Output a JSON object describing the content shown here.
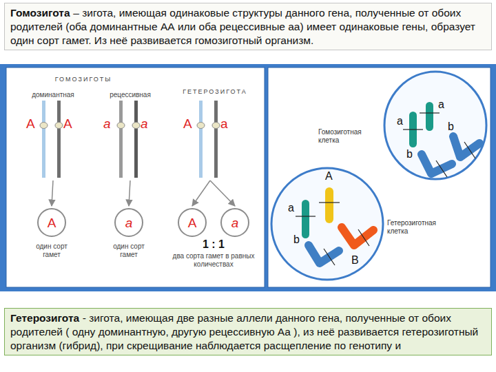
{
  "diagram": {
    "nodes": [
      {
        "text": [
          "Гомозигота",
          "– зигота, имеющая одинаковые структуры данного гена, полученные от обоих родителей (оба доминантные АА или оба рецессивные аа) имеет одинаковые гены, образует один сорт гамет. Из неё развивается гомозиготный организм."
        ]
      },
      {
        "text": [
          "A",
          "A"
        ]
      },
      {
        "text": [
          "a",
          "a"
        ]
      },
      {
        "text": [
          "A",
          "a"
        ]
      },
      {
        "text": [
          "A"
        ]
      },
      {
        "text": [
          "a"
        ]
      },
      {
        "text": [
          "A"
        ]
      },
      {
        "text": [
          "a"
        ]
      },
      {
        "text": [
          "Гомозиготная клетка",
          "a",
          "a",
          "b",
          "b"
        ]
      },
      {
        "text": [
          "A",
          "a",
          "b",
          "B",
          "Гетерозиготная клетка"
        ]
      },
      {
        "text": [
          "Гетерозигота",
          "- зигота, имеющая две разные аллели данного гена, полученные от обоих родителей ( одну доминантную, другую рецессивную Аа ), из неё развивается гетерозиготный организм (гибрид), при скрещивание наблюдается расщепление по генотипу и"
        ]
      }
    ],
    "edges": [
      {
        "from": 1,
        "to": 4,
        "arrow": "to"
      },
      {
        "from": 2,
        "to": 5,
        "arrow": "to"
      },
      {
        "from": 3,
        "to": 6,
        "arrow": "to"
      },
      {
        "from": 3,
        "to": 7,
        "arrow": "to"
      }
    ],
    "labels": [
      "ГОМОЗИГОТЫ",
      "доминантная",
      "рецессивная",
      "ГЕТЕРОЗИГОТА",
      "один сорт гамет",
      "один сорт гамет",
      "1 : 1",
      "два сорта гамет в равных количествах"
    ]
  }
}
